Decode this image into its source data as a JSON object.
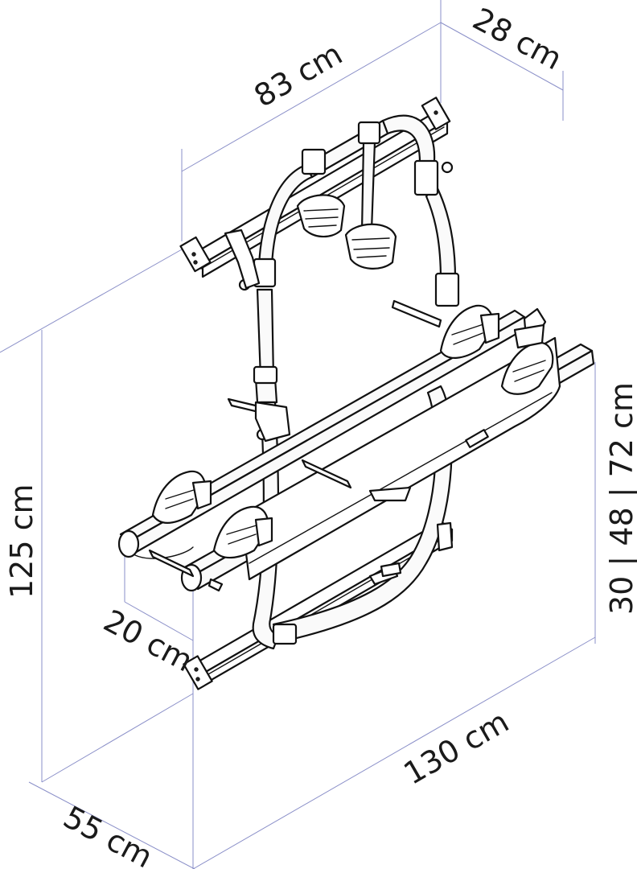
{
  "dimensions": {
    "depth_top": "28 cm",
    "width_top": "83 cm",
    "height_total": "125 cm",
    "rail_heights": "30 | 48 | 72 cm",
    "rail_depth": "20 cm",
    "width_bottom": "130 cm",
    "depth_bottom": "55 cm"
  },
  "colors": {
    "dimension_line": "#8a8fc8",
    "ink": "#111111"
  },
  "subject": {
    "icon": "bike-carrier-drawing"
  }
}
